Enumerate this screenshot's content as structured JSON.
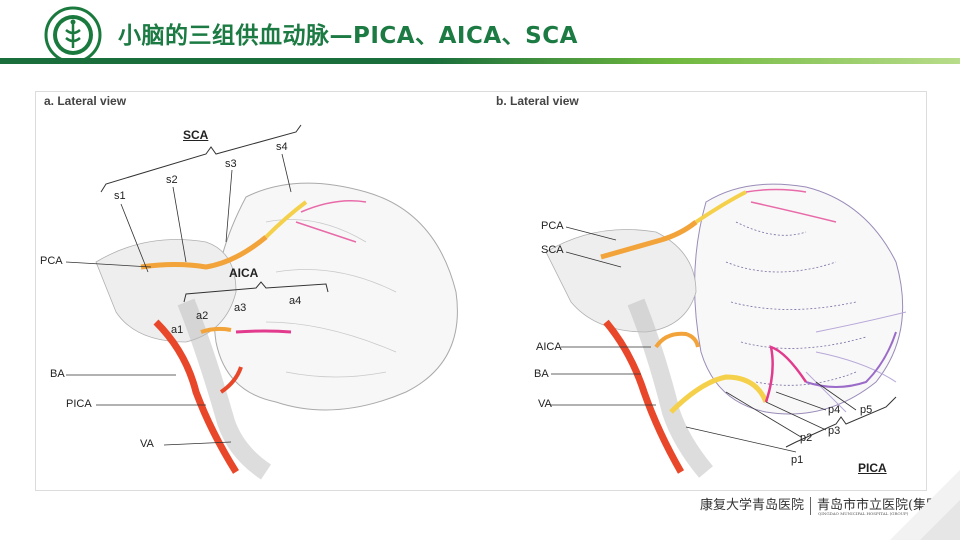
{
  "header": {
    "title": "小脑的三组供血动脉—PICA、AICA、SCA",
    "title_color": "#1c7a43",
    "line_color_dark": "#1a6e3c",
    "line_color_light": "#8cc63f",
    "logo_icon": "hospital-seal-icon"
  },
  "panel_a": {
    "title": "a. Lateral view",
    "labels": {
      "sca": "SCA",
      "s1": "s1",
      "s2": "s2",
      "s3": "s3",
      "s4": "s4",
      "pca": "PCA",
      "aica": "AICA",
      "a1": "a1",
      "a2": "a2",
      "a3": "a3",
      "a4": "a4",
      "ba": "BA",
      "pica": "PICA",
      "va": "VA"
    }
  },
  "panel_b": {
    "title": "b. Lateral view",
    "labels": {
      "pca": "PCA",
      "sca": "SCA",
      "aica": "AICA",
      "ba": "BA",
      "va": "VA",
      "p1": "p1",
      "p2": "p2",
      "p3": "p3",
      "p4": "p4",
      "p5": "p5",
      "pica": "PICA"
    }
  },
  "footer": {
    "left_text": "康复大学青岛医院",
    "right_text": "青岛市市立医院(集团)",
    "right_sub": "QINGDAO MUNICIPAL HOSPITAL (GROUP)"
  }
}
